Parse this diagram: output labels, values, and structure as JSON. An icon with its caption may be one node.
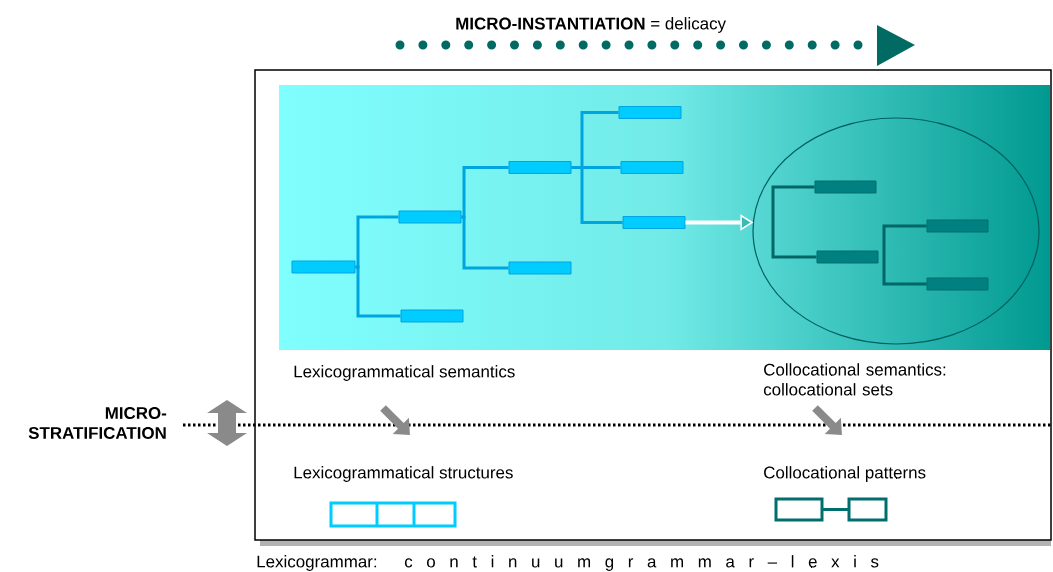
{
  "diagram": {
    "nodes": [
      {
        "text": [],
        "shape": "box"
      },
      {
        "text": [],
        "shape": "bar",
        "in": 0
      },
      {
        "text": [],
        "shape": "bar",
        "in": 0
      },
      {
        "text": [],
        "shape": "bar",
        "in": 0
      },
      {
        "text": [],
        "shape": "bar",
        "in": 0
      },
      {
        "text": [],
        "shape": "bar",
        "in": 0
      },
      {
        "text": [],
        "shape": "bar",
        "in": 0
      },
      {
        "text": [],
        "shape": "bar",
        "in": 0
      },
      {
        "text": [],
        "shape": "bar",
        "in": 0
      },
      {
        "text": [],
        "shape": "circle",
        "in": 0
      },
      {
        "text": [],
        "shape": "bar",
        "in": 9
      },
      {
        "text": [],
        "shape": "bar",
        "in": 9
      },
      {
        "text": [],
        "shape": "bar",
        "in": 9
      },
      {
        "text": [],
        "shape": "bar",
        "in": 9
      }
    ],
    "edges": [
      {
        "from": 1,
        "to": 2,
        "arrow": "none"
      },
      {
        "from": 1,
        "to": 3,
        "arrow": "none"
      },
      {
        "from": 2,
        "to": 4,
        "arrow": "none"
      },
      {
        "from": 2,
        "to": 5,
        "arrow": "none"
      },
      {
        "from": 4,
        "to": 6,
        "arrow": "none"
      },
      {
        "from": 4,
        "to": 7,
        "arrow": "none"
      },
      {
        "from": 4,
        "to": 8,
        "arrow": "none"
      },
      {
        "from": 8,
        "to": 9,
        "arrow": "to",
        "color": "#ffffff"
      },
      {
        "from": 10,
        "to": 11,
        "arrow": "none",
        "color": "#006666"
      },
      {
        "from": 12,
        "to": 13,
        "arrow": "none",
        "color": "#006666"
      }
    ],
    "labels": [
      "**MICRO-INSTANTIATION** = delicacy",
      "MICRO- STRATIFICATION",
      "Lexicogrammatical semantics",
      "Collocational semantics: collocational sets",
      "Lexicogrammatical structures",
      "Collocational patterns",
      "Lexicogrammar:",
      "c o n t i n u u m g r a m m a r – l e x i s"
    ]
  }
}
